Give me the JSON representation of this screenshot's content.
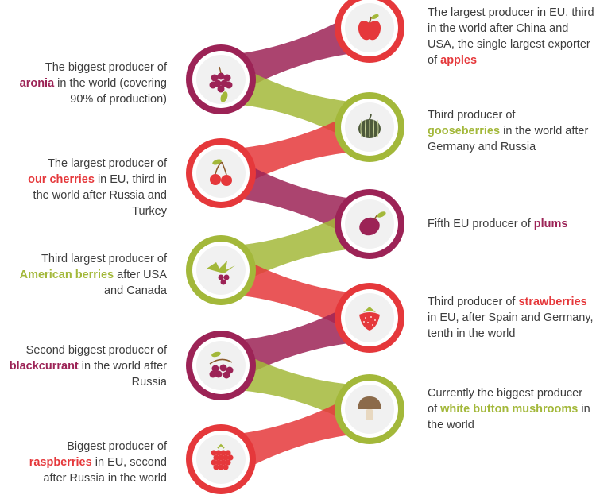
{
  "colors": {
    "red": "#e5383b",
    "green": "#a3b83a",
    "plum": "#9c2356",
    "text": "#3d3d3d"
  },
  "left": [
    {
      "pre": "The biggest producer of",
      "hl": "aronia",
      "post": " in the world (covering 90% of production)",
      "color": "plum",
      "icon": "aronia-icon"
    },
    {
      "pre": "The largest producer of",
      "hl": "our cherries",
      "post": " in EU, third in the world after Russia and Turkey",
      "color": "red",
      "icon": "cherries-icon"
    },
    {
      "pre": "Third largest producer of",
      "hl": "American berries",
      "post": " after USA and Canada",
      "color": "green",
      "icon": "american-berries-icon"
    },
    {
      "pre": "Second biggest producer of",
      "hl": "blackcurrant",
      "post": " in the world after Russia",
      "color": "plum",
      "icon": "blackcurrant-icon"
    },
    {
      "pre": "Biggest producer of",
      "hl": "raspberries",
      "post": " in EU, second after Russia in the world",
      "color": "red",
      "icon": "raspberry-icon"
    }
  ],
  "right": [
    {
      "pre": "The largest producer in EU, third in the world after China and USA, the single largest exporter of",
      "hl": "apples",
      "post": "",
      "color": "red",
      "icon": "apple-icon"
    },
    {
      "pre": "Third producer of",
      "hl": "gooseberries",
      "post": " in the world after Germany and Russia",
      "color": "green",
      "icon": "gooseberry-icon"
    },
    {
      "pre": "Fifth EU producer of",
      "hl": "plums",
      "post": "",
      "color": "plum",
      "icon": "plum-icon"
    },
    {
      "pre": "Third producer of",
      "hl": "strawberries",
      "post": " in EU, after Spain and Germany, tenth in the world",
      "color": "red",
      "icon": "strawberry-icon"
    },
    {
      "pre": "Currently the biggest producer of",
      "hl": "white button mushrooms",
      "post": " in the world",
      "color": "green",
      "icon": "mushroom-icon"
    }
  ]
}
